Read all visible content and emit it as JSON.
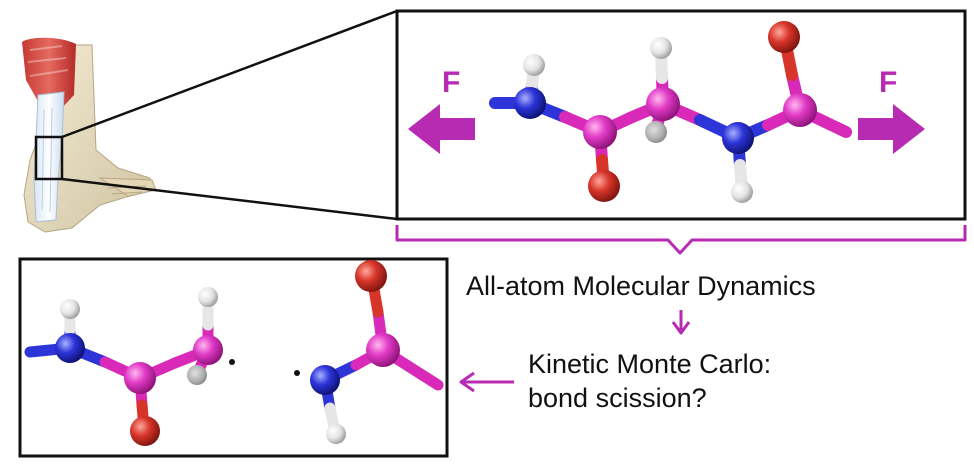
{
  "labels": {
    "force_left": "F",
    "force_right": "F",
    "md_label": "All-atom Molecular Dynamics",
    "kmc_line1": "Kinetic Monte Carlo:",
    "kmc_line2": "bond scission?"
  },
  "colors": {
    "accent": "#b72ab2",
    "carbon_alpha": "#d829b8",
    "nitrogen": "#2d34d8",
    "oxygen": "#d8352a",
    "hydrogen": "#e6e6e6",
    "frame": "#111111"
  },
  "icons": [
    "ankle-tendon-illustration",
    "force-arrow-left",
    "force-arrow-right",
    "process-arrow-down",
    "process-arrow-left"
  ]
}
